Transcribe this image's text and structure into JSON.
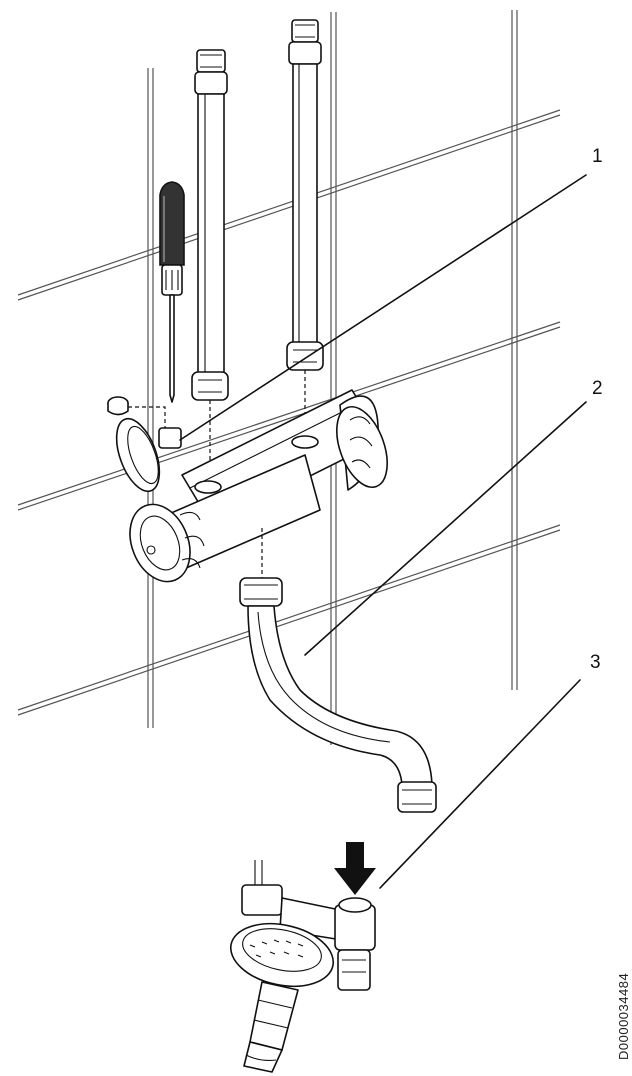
{
  "figure": {
    "callouts": [
      {
        "id": "1",
        "label": "1"
      },
      {
        "id": "2",
        "label": "2"
      },
      {
        "id": "3",
        "label": "3"
      }
    ],
    "document_id": "D0000034484"
  }
}
